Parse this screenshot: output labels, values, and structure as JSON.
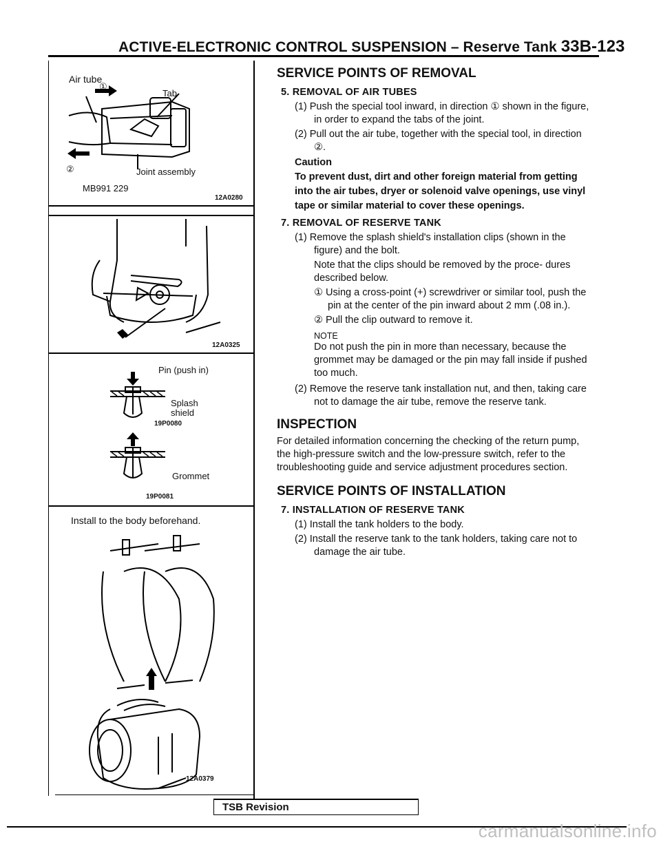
{
  "header": {
    "title": "ACTIVE-ELECTRONIC CONTROL SUSPENSION – Reserve Tank",
    "page_number": "33B-123"
  },
  "figures": {
    "fig1": {
      "labels": [
        "Air tube",
        "Tab",
        "Joint assembly",
        "MB991 229"
      ],
      "callouts": [
        "①",
        "②"
      ],
      "code": "12A0280"
    },
    "fig2": {
      "code": "12A0325"
    },
    "fig3": {
      "labels": [
        "Pin (push in)",
        "Splash",
        "shield",
        "Grommet"
      ],
      "codes": [
        "19P0080",
        "19P0081"
      ]
    },
    "fig4": {
      "labels": [
        "Install to the body beforehand."
      ],
      "code": "12A0379"
    }
  },
  "content": {
    "removal_title": "SERVICE POINTS OF REMOVAL",
    "s5_title": "5. REMOVAL OF AIR TUBES",
    "s5_steps": [
      "(1) Push the special tool inward, in direction ① shown in the figure, in order to expand the tabs of the joint.",
      "(2) Pull out the air tube, together with the special tool, in direction ②."
    ],
    "caution_label": "Caution",
    "caution_text": "To prevent dust, dirt and other foreign material from getting into the air tubes, dryer or solenoid valve openings, use vinyl tape or similar material to cover these openings.",
    "s7_title": "7. REMOVAL OF RESERVE TANK",
    "s7_step1": "(1) Remove the splash shield's installation clips (shown in the figure) and the bolt.",
    "s7_step1_note": "Note that the clips should be removed by the proce- dures described below.",
    "s7_sub1": "① Using a cross-point (+) screwdriver or similar tool, push the pin at the center of the pin inward about 2 mm (.08 in.).",
    "s7_sub2": "② Pull the clip outward to remove it.",
    "note_label": "NOTE",
    "note_text": "Do not push the pin in more than necessary, because the grommet may be damaged or the pin may fall inside if pushed too much.",
    "s7_step2": "(2) Remove the reserve tank installation nut, and then, taking care not to damage the air tube, remove the reserve tank.",
    "inspection_title": "INSPECTION",
    "inspection_text": "For detailed information concerning the checking of the return pump, the high-pressure switch and the low-pressure switch, refer to the troubleshooting guide and service adjustment procedures section.",
    "installation_title": "SERVICE POINTS OF INSTALLATION",
    "i7_title": "7. INSTALLATION OF RESERVE TANK",
    "i7_steps": [
      "(1) Install the tank holders to the body.",
      "(2) Install the reserve tank to the tank holders, taking care not to damage the air tube."
    ]
  },
  "footer": {
    "tsb": "TSB Revision",
    "watermark": "carmanualsonline.info"
  }
}
